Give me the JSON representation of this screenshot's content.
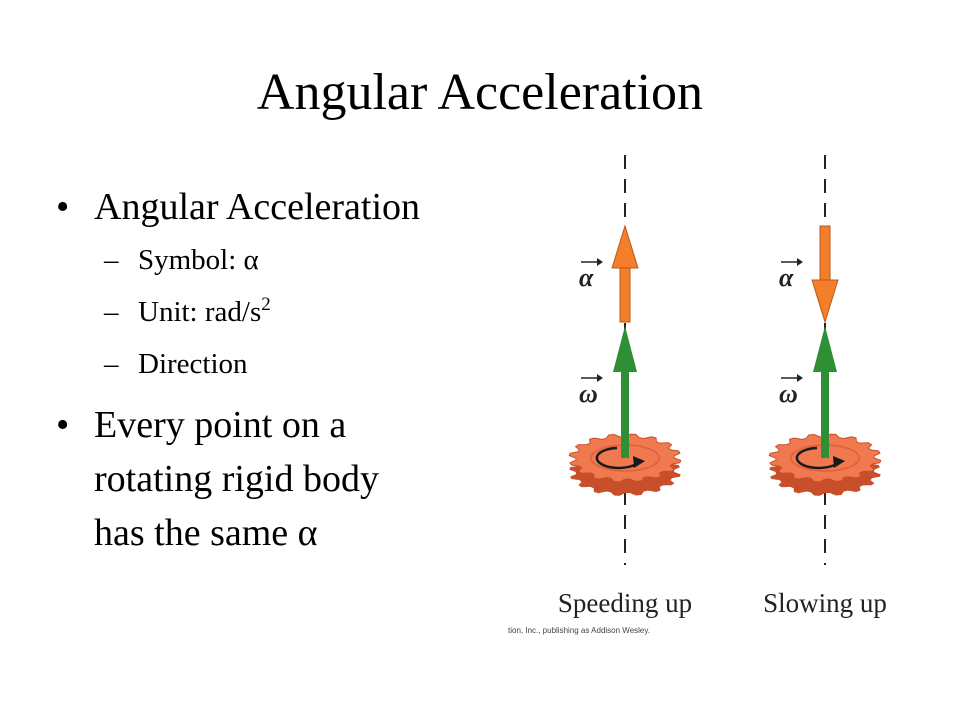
{
  "title": "Angular Acceleration",
  "bullets": [
    {
      "text": "Angular Acceleration",
      "sub": [
        {
          "text": "Symbol: α",
          "sup": ""
        },
        {
          "text": "Unit: rad/s",
          "sup": "2"
        },
        {
          "text": "Direction",
          "sup": ""
        }
      ]
    },
    {
      "text_lines": [
        "Every point on a",
        "rotating rigid body",
        "has the same α"
      ]
    }
  ],
  "figure": {
    "panels": [
      {
        "caption": "Speeding up",
        "alpha_symbol": "α",
        "omega_symbol": "ω",
        "alpha_direction": "up"
      },
      {
        "caption": "Slowing up",
        "alpha_symbol": "α",
        "omega_symbol": "ω",
        "alpha_direction": "down"
      }
    ],
    "credit": "tion, Inc., publishing as Addison Wesley.",
    "colors": {
      "alpha_arrow": "#f47f2a",
      "omega_arrow": "#2e8f35",
      "gear": "#f0794f",
      "gear_dark": "#c84f2a",
      "axis": "#222222"
    }
  }
}
